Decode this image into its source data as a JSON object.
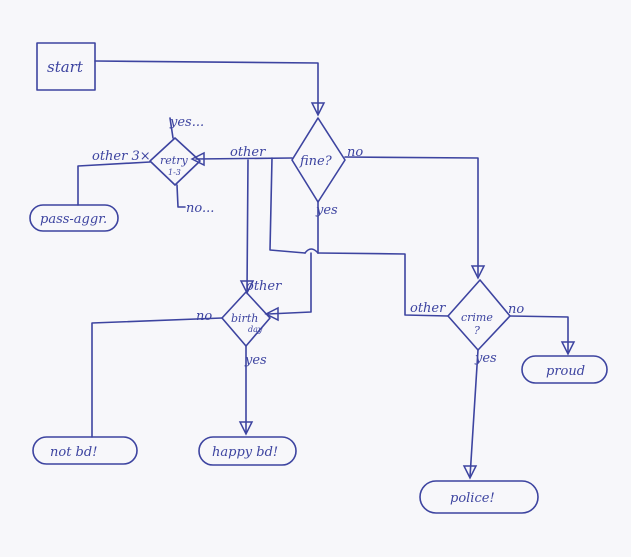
{
  "diagram": {
    "ink_color": "#3d44a0",
    "paper_color": "#f7f7fa",
    "nodes": {
      "start": "start",
      "fine": "fine?",
      "retry": "retry",
      "retry_count": "1-3",
      "birth": "birth",
      "birth_sub": "day",
      "crime": "crime",
      "crime_q": "?",
      "pass_aggr": "pass-aggr.",
      "not_bd": "not bd!",
      "happy_bd": "happy bd!",
      "proud": "proud",
      "police": "police!"
    },
    "labels": {
      "yes_dots": "yes...",
      "no_dots": "no...",
      "other_3x": "other 3×",
      "other_top": "other",
      "no_fine": "no",
      "yes_fine": "yes",
      "other_birth": "other",
      "no_birth": "no",
      "yes_birth": "yes",
      "other_crime": "other",
      "no_crime": "no",
      "yes_crime": "yes"
    }
  }
}
